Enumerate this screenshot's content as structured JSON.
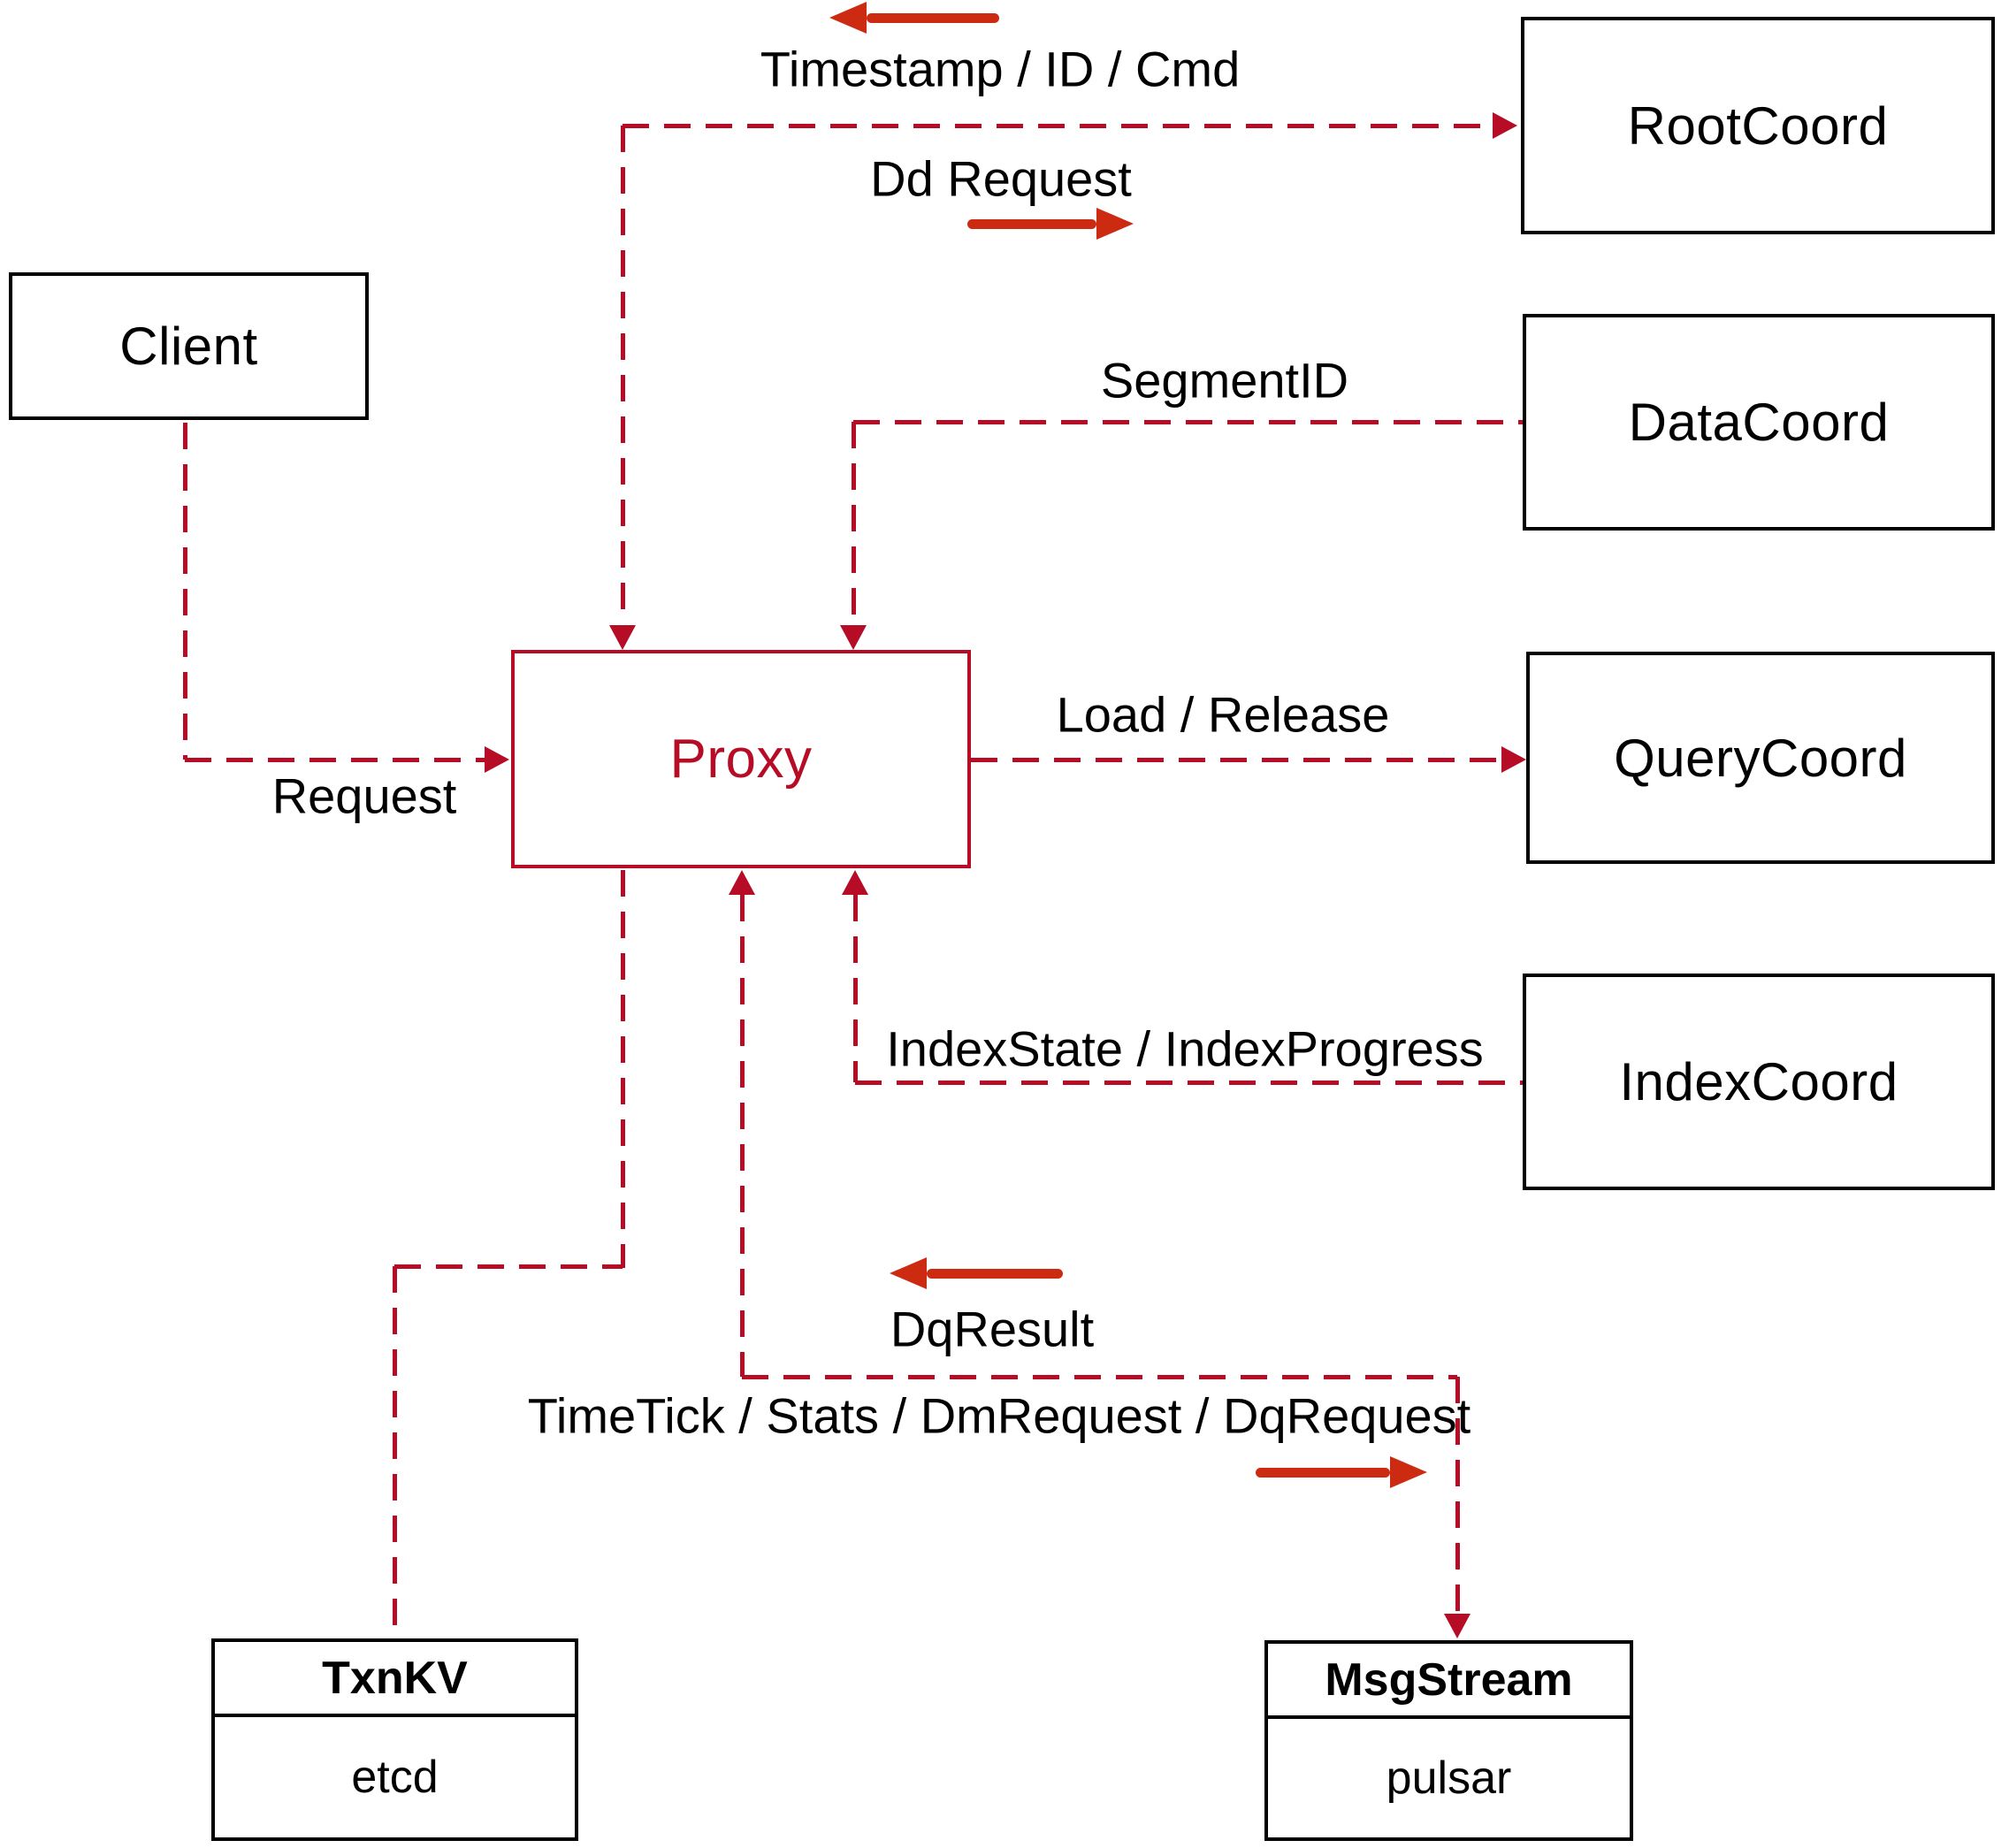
{
  "nodes": {
    "client": {
      "label": "Client"
    },
    "proxy": {
      "label": "Proxy"
    },
    "rootcoord": {
      "label": "RootCoord"
    },
    "datacoord": {
      "label": "DataCoord"
    },
    "querycoord": {
      "label": "QueryCoord"
    },
    "indexcoord": {
      "label": "IndexCoord"
    },
    "txnkv": {
      "title": "TxnKV",
      "subtitle": "etcd"
    },
    "msgstream": {
      "title": "MsgStream",
      "subtitle": "pulsar"
    }
  },
  "edge_labels": {
    "timestamp_id_cmd": "Timestamp / ID / Cmd",
    "dd_request": "Dd Request",
    "segment_id": "SegmentID",
    "load_release": "Load / Release",
    "request": "Request",
    "index_state": "IndexState / IndexProgress",
    "dq_result": "DqResult",
    "timetick": "TimeTick / Stats / DmRequest / DqRequest"
  },
  "icons": {
    "left_arrows": [
      "timestamp-direction-left-arrow-icon",
      "dq-result-direction-left-arrow-icon"
    ],
    "right_arrows": [
      "dd-request-direction-right-arrow-icon",
      "timetick-direction-right-arrow-icon"
    ]
  },
  "colors": {
    "dashed_line": "#b60c26",
    "proxy_accent": "#b60c26",
    "solid_arrow": "#cd2a12",
    "box_border": "#000000",
    "background": "#ffffff"
  }
}
